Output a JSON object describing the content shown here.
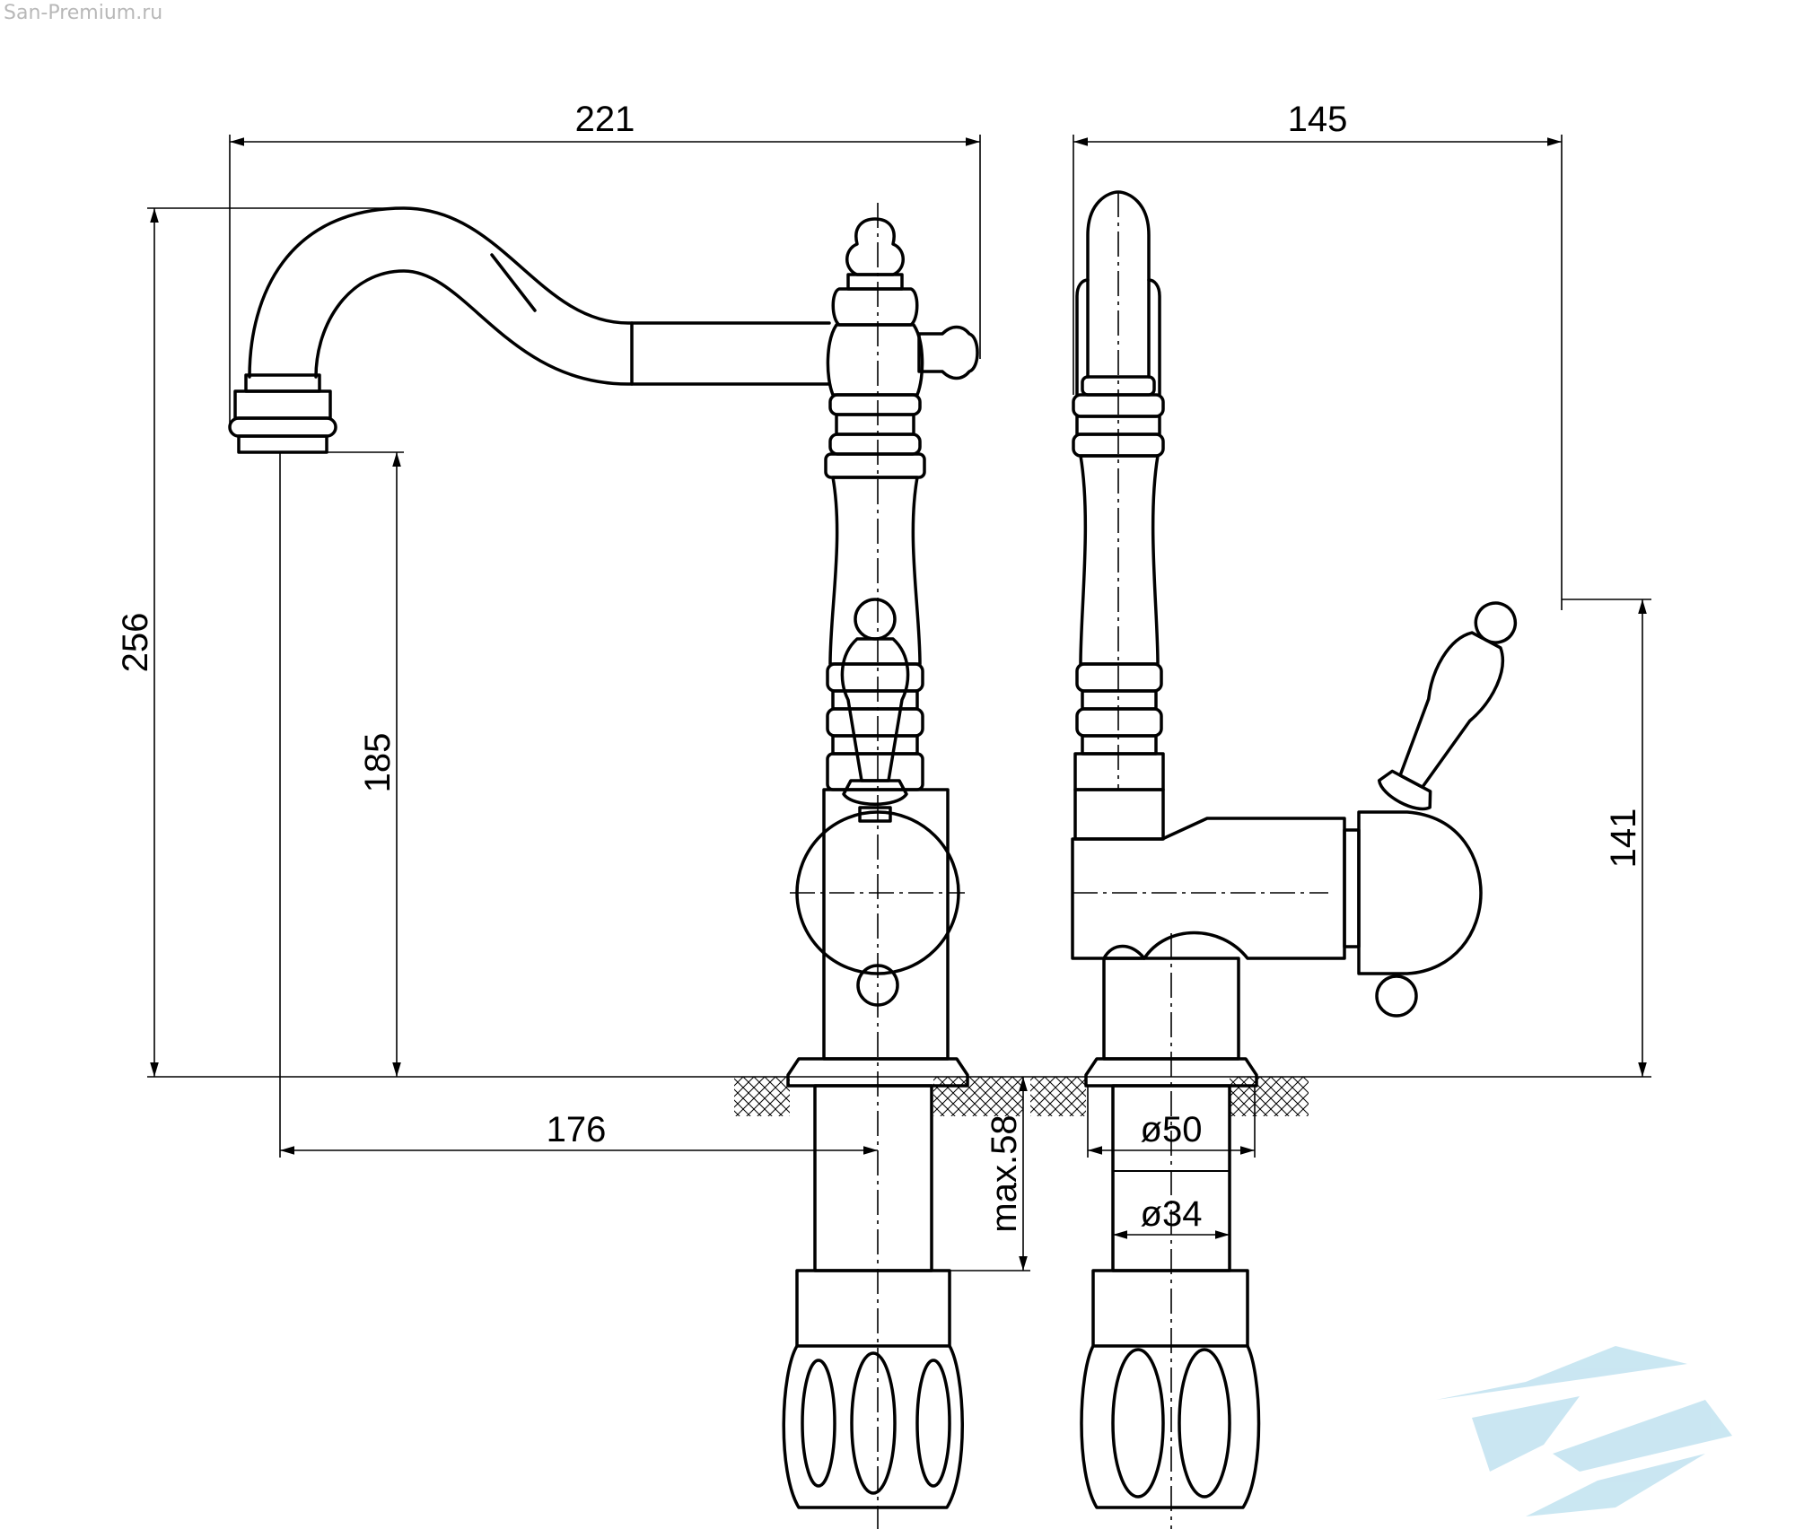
{
  "watermark": "San-Premium.ru",
  "dimensions": {
    "width_front": "221",
    "width_side": "145",
    "height_total": "256",
    "height_spout": "185",
    "reach_spout": "176",
    "mount_thickness": "max.58",
    "diameter_outer": "ø50",
    "diameter_inner": "ø34",
    "height_lever": "141"
  },
  "logo": {
    "color": "#9fd3e8"
  }
}
